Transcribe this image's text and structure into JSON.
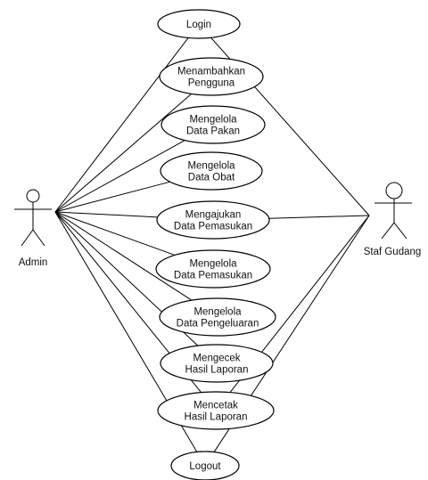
{
  "actors": [
    {
      "id": "admin",
      "label": "Admin"
    },
    {
      "id": "staf",
      "label": "Staf Gudang"
    }
  ],
  "use_cases": [
    {
      "id": "login",
      "lines": [
        "Login"
      ]
    },
    {
      "id": "menambahkan_pengguna",
      "lines": [
        "Menambahkan",
        "Pengguna"
      ]
    },
    {
      "id": "mengelola_data_pakan",
      "lines": [
        "Mengelola",
        "Data Pakan"
      ]
    },
    {
      "id": "mengelola_data_obat",
      "lines": [
        "Mengelola",
        "Data Obat"
      ]
    },
    {
      "id": "mengajukan_data_pemasukan",
      "lines": [
        "Mengajukan",
        "Data Pemasukan"
      ]
    },
    {
      "id": "mengelola_data_pemasukan",
      "lines": [
        "Mengelola",
        "Data Pemasukan"
      ]
    },
    {
      "id": "mengelola_data_pengeluaran",
      "lines": [
        "Mengelola",
        "Data Pengeluaran"
      ]
    },
    {
      "id": "mengecek_hasil_laporan",
      "lines": [
        "Mengecek",
        "Hasil Laporan"
      ]
    },
    {
      "id": "mencetak_hasil_laporan",
      "lines": [
        "Mencetak",
        "Hasil Laporan"
      ]
    },
    {
      "id": "logout",
      "lines": [
        "Logout"
      ]
    }
  ],
  "associations": [
    {
      "actor": "admin",
      "use_case": "login"
    },
    {
      "actor": "admin",
      "use_case": "menambahkan_pengguna"
    },
    {
      "actor": "admin",
      "use_case": "mengelola_data_pakan"
    },
    {
      "actor": "admin",
      "use_case": "mengelola_data_obat"
    },
    {
      "actor": "admin",
      "use_case": "mengajukan_data_pemasukan"
    },
    {
      "actor": "admin",
      "use_case": "mengelola_data_pemasukan"
    },
    {
      "actor": "admin",
      "use_case": "mengelola_data_pengeluaran"
    },
    {
      "actor": "admin",
      "use_case": "mengecek_hasil_laporan"
    },
    {
      "actor": "admin",
      "use_case": "mencetak_hasil_laporan"
    },
    {
      "actor": "admin",
      "use_case": "logout"
    },
    {
      "actor": "staf",
      "use_case": "login"
    },
    {
      "actor": "staf",
      "use_case": "mengajukan_data_pemasukan"
    },
    {
      "actor": "staf",
      "use_case": "mencetak_hasil_laporan"
    },
    {
      "actor": "staf",
      "use_case": "logout"
    }
  ]
}
